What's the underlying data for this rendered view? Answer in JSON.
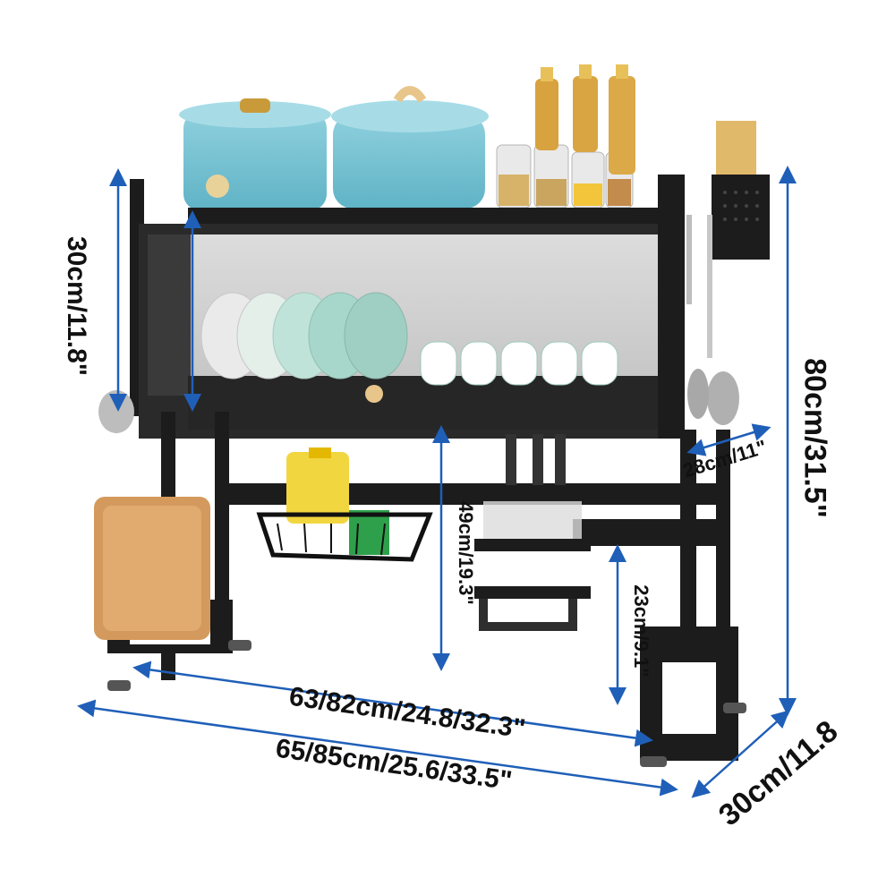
{
  "product": {
    "accent_color": "#1f5fb8",
    "frame_color": "#1c1c1c"
  },
  "dimensions": {
    "top_shelf_height": "30cm/11.8\"",
    "total_height": "80cm/31.5\"",
    "top_depth": "28cm/11\"",
    "under_clearance": "49cm/19.3\"",
    "holder_height": "23cm/9.1\"",
    "inner_width": "63/82cm/24.8/32.3\"",
    "outer_width": "65/85cm/25.6/33.5\"",
    "base_depth": "30cm/11.8"
  }
}
